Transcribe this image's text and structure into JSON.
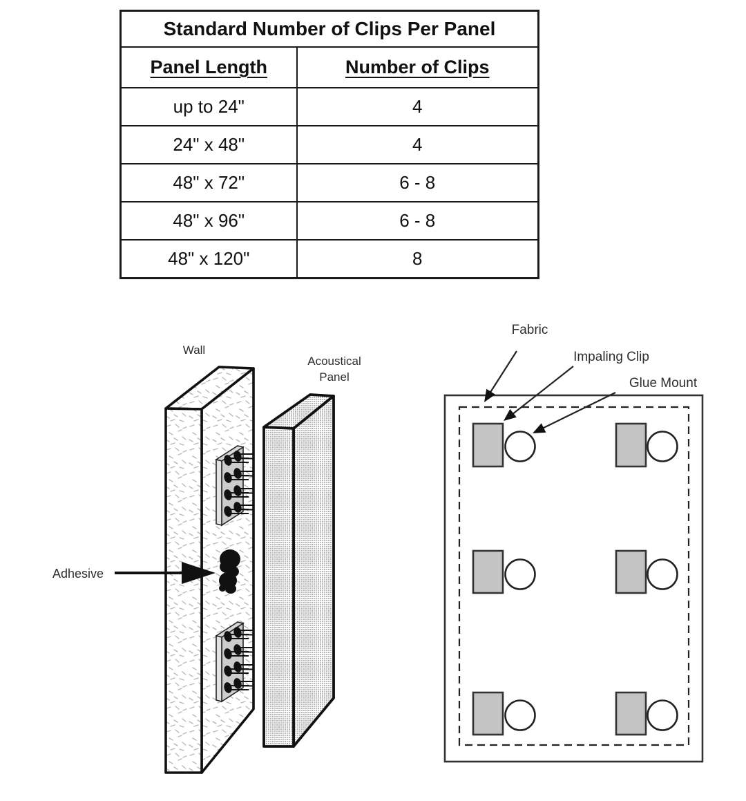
{
  "table": {
    "title": "Standard Number of Clips Per Panel",
    "columns": [
      "Panel Length",
      "Number of Clips"
    ],
    "rows": [
      {
        "panel_length": "up to 24\"",
        "clips": "4"
      },
      {
        "panel_length": "24\" x 48\"",
        "clips": "4"
      },
      {
        "panel_length": "48\" x 72\"",
        "clips": "6 - 8"
      },
      {
        "panel_length": "48\" x 96\"",
        "clips": "6 - 8"
      },
      {
        "panel_length": "48\" x 120\"",
        "clips": "8"
      }
    ]
  },
  "exploded_view": {
    "wall_label": "Wall",
    "acoustical_label_line1": "Acoustical",
    "acoustical_label_line2": "Panel",
    "adhesive_label": "Adhesive"
  },
  "panel_layout": {
    "fabric_label": "Fabric",
    "impaling_clip_label": "Impaling Clip",
    "glue_mount_label": "Glue Mount",
    "grid_rows": 3,
    "grid_cols": 2
  },
  "colors": {
    "line": "#1a1a1a",
    "clip_fill": "#c4c4c4",
    "panel_texture": "#c2c2c2",
    "stipple": "#b8b8b8"
  }
}
